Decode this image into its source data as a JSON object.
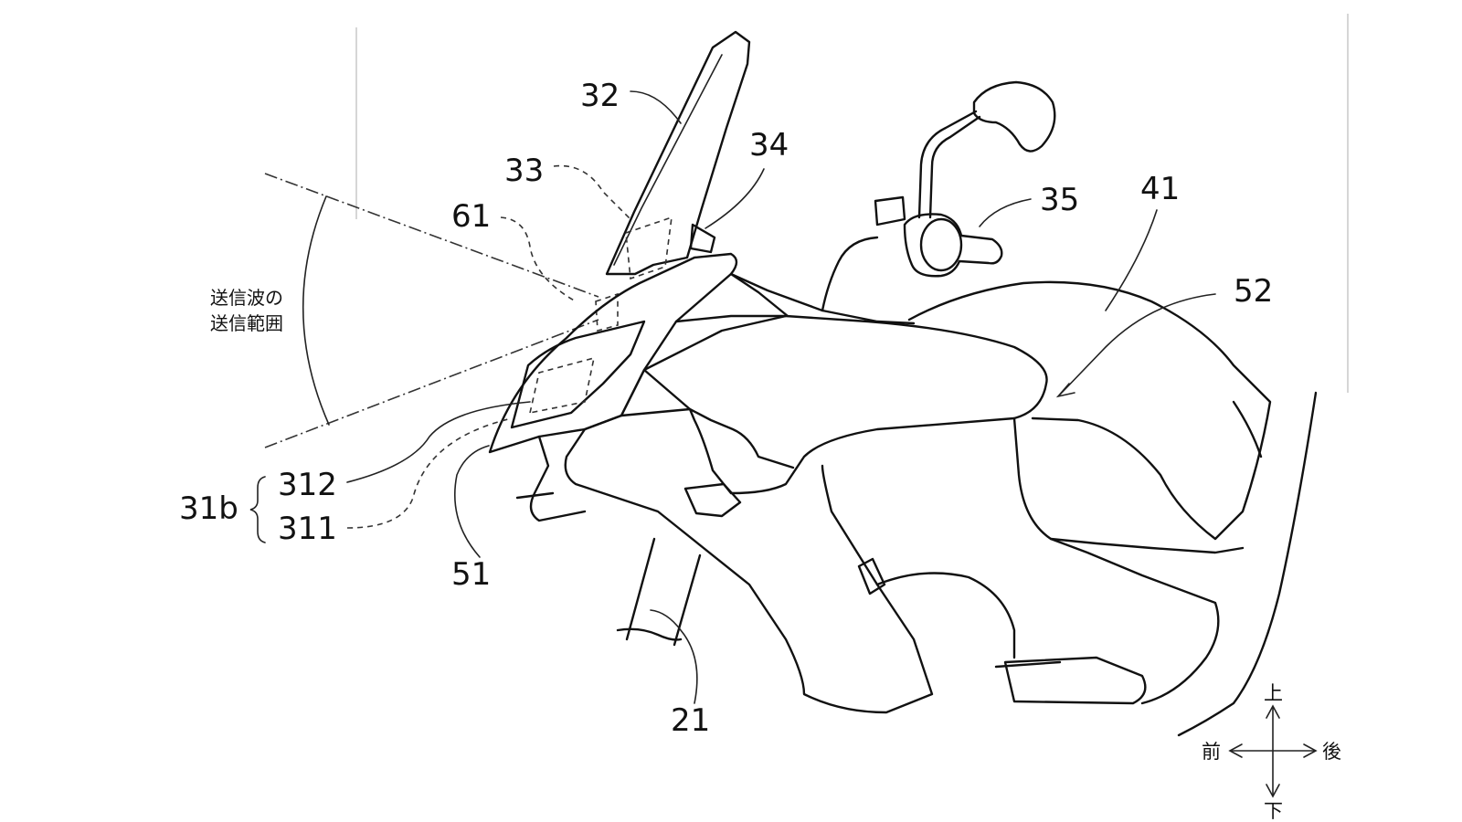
{
  "figure": {
    "range_label_line1": "送信波の",
    "range_label_line2": "送信範囲",
    "labels": {
      "l32": "32",
      "l33": "33",
      "l34": "34",
      "l61": "61",
      "l35": "35",
      "l41": "41",
      "l52": "52",
      "l31b": "31b",
      "l312": "312",
      "l311": "311",
      "l51": "51",
      "l21": "21"
    },
    "compass": {
      "up": "上",
      "down": "下",
      "front": "前",
      "rear": "後"
    }
  }
}
